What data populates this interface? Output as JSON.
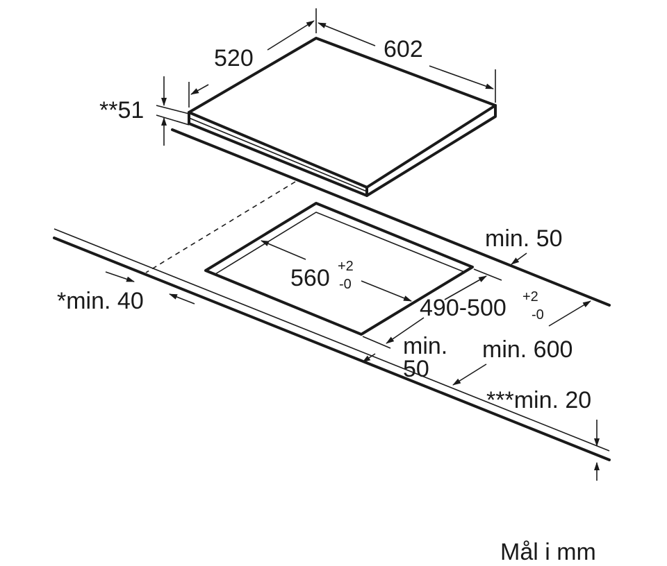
{
  "labels": {
    "hob_depth": "520",
    "hob_width": "602",
    "hob_height": "**51",
    "gap_back": "min. 50",
    "cutout_width": "560",
    "cutout_width_tol_plus": "+2",
    "cutout_width_tol_minus": "-0",
    "cutout_depth": "490-500",
    "cutout_depth_tol_plus": "+2",
    "cutout_depth_tol_minus": "-0",
    "gap_side": "*min. 40",
    "gap_front_line1": "min.",
    "gap_front_line2": "50",
    "worktop_depth": "min. 600",
    "worktop_thickness": "***min. 20",
    "units_note": "Mål i mm"
  }
}
